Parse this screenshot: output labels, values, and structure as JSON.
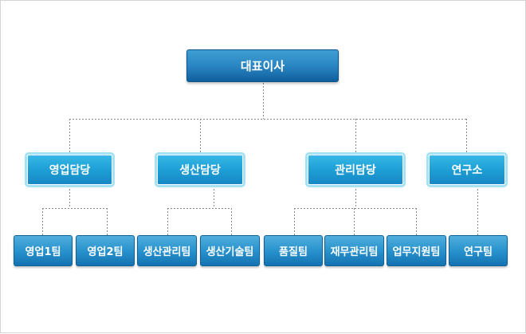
{
  "ceo": {
    "label": "대표이사"
  },
  "divisions": [
    {
      "label": "영업담당",
      "teams": [
        "영업1팀",
        "영업2팀"
      ]
    },
    {
      "label": "생산담당",
      "teams": [
        "생산관리팀",
        "생산기술팀"
      ]
    },
    {
      "label": "관리담당",
      "teams": [
        "품질팀",
        "재무관리팀",
        "업무지원팀"
      ]
    },
    {
      "label": "연구소",
      "teams": [
        "연구팀"
      ]
    }
  ],
  "colors": {
    "ceo_fill": "#1f78b8",
    "division_fill": "#1e9fd6",
    "division_glow": "#a5e2f5",
    "team_fill": "#2590cc",
    "connector": "#8a8a8a"
  }
}
